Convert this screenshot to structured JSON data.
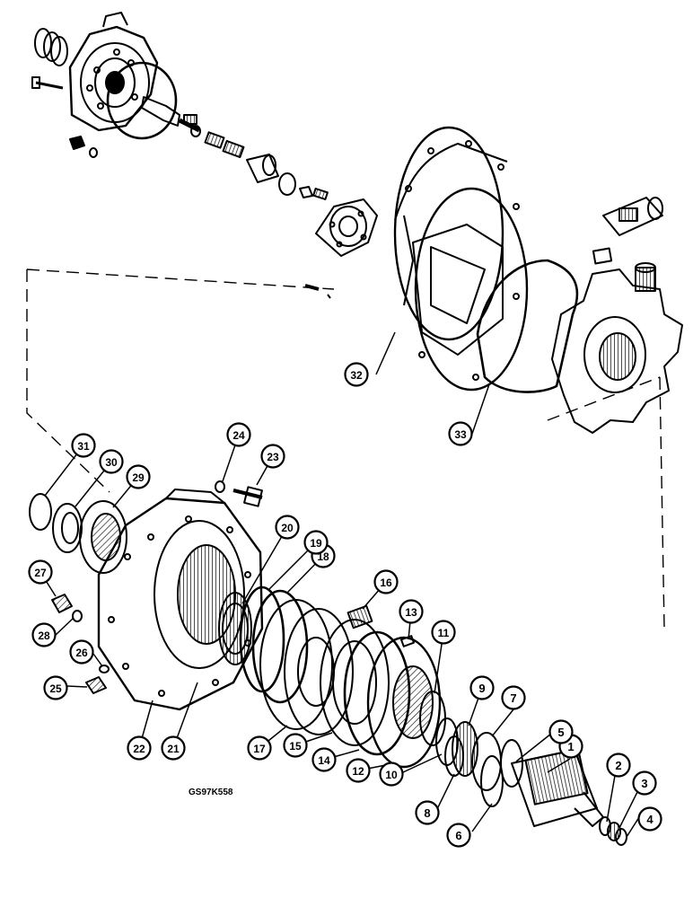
{
  "diagram": {
    "reference_code": "GS97K558",
    "callouts": [
      "1",
      "2",
      "3",
      "4",
      "5",
      "6",
      "7",
      "8",
      "9",
      "10",
      "11",
      "12",
      "13",
      "14",
      "15",
      "16",
      "17",
      "18",
      "19",
      "20",
      "21",
      "22",
      "23",
      "24",
      "25",
      "26",
      "27",
      "28",
      "29",
      "30",
      "31",
      "32",
      "33"
    ]
  }
}
